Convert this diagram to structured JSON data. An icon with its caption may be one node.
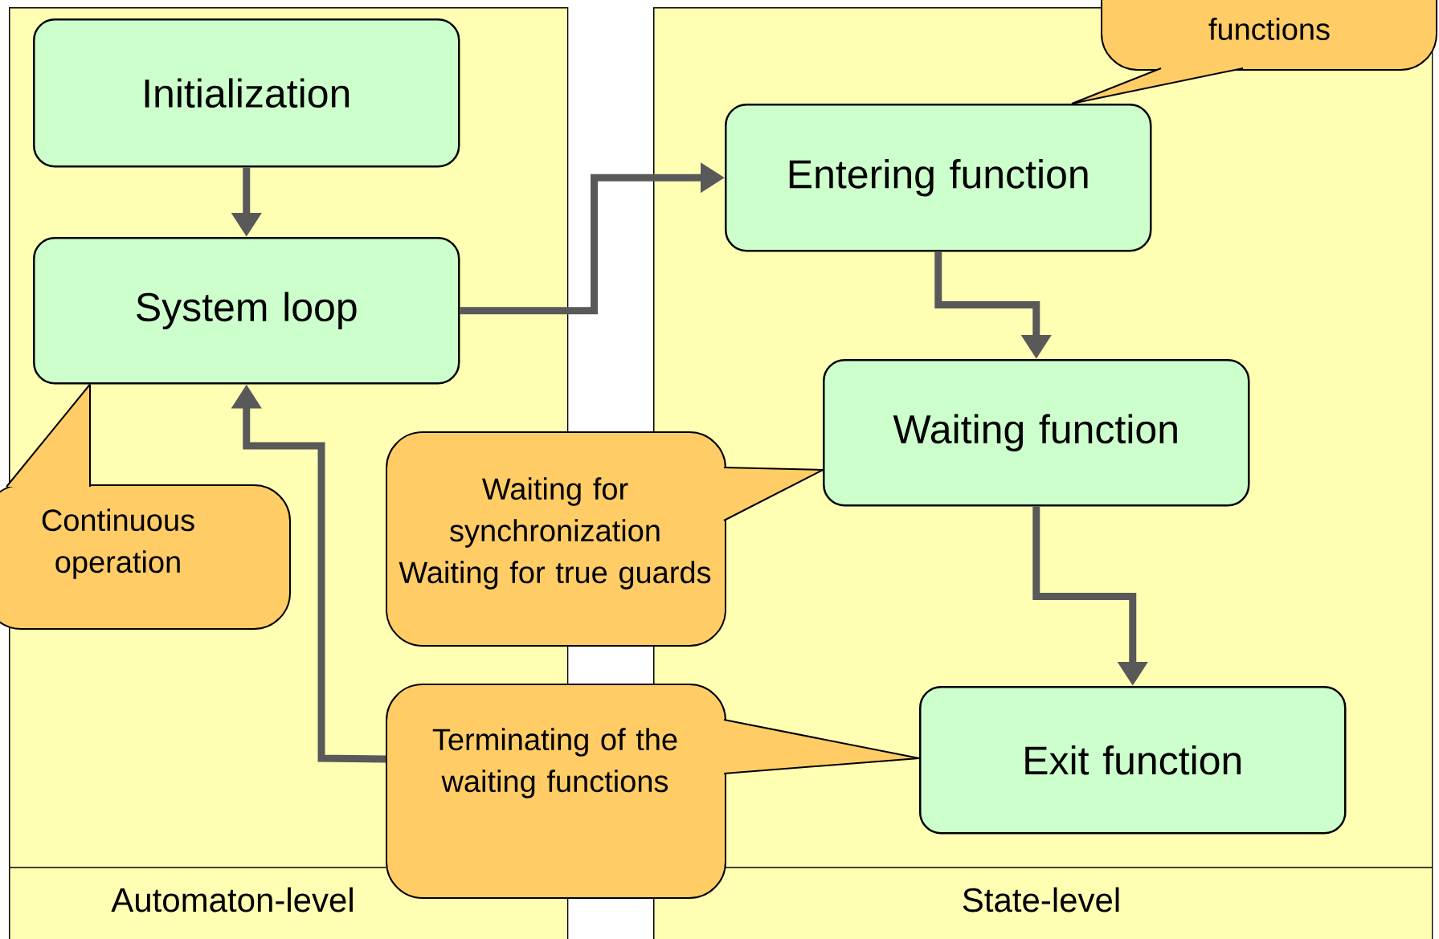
{
  "diagram": {
    "nodes": [
      {
        "text": [
          "Automaton-level"
        ]
      },
      {
        "text": [
          "State-level"
        ]
      },
      {
        "text": [
          "functions"
        ]
      },
      {
        "text": [
          "Initialization"
        ],
        "in": 0
      },
      {
        "text": [
          "Entering function"
        ],
        "in": 1
      },
      {
        "text": [
          "System loop"
        ],
        "in": 0
      },
      {
        "text": [
          "Waiting function"
        ],
        "in": 1
      },
      {
        "text": [
          "Continuous operation"
        ]
      },
      {
        "text": [
          "Waiting for synchronization",
          "Waiting for true guards"
        ]
      },
      {
        "text": [
          "Exit function"
        ],
        "in": 1
      },
      {
        "text": [
          "Terminating of the waiting functions"
        ]
      }
    ],
    "edges": [
      {
        "from": 3,
        "to": 5,
        "arrow": "to"
      },
      {
        "from": 5,
        "to": 4,
        "arrow": "to"
      },
      {
        "from": 4,
        "to": 6,
        "arrow": "to"
      },
      {
        "from": 6,
        "to": 9,
        "arrow": "to"
      },
      {
        "from": 10,
        "to": 5,
        "arrow": "to"
      },
      {
        "from": 2,
        "to": 4,
        "arrow": "none"
      },
      {
        "from": 7,
        "to": 5,
        "arrow": "none"
      },
      {
        "from": 8,
        "to": 6,
        "arrow": "none"
      },
      {
        "from": 10,
        "to": 9,
        "arrow": "none"
      }
    ]
  }
}
